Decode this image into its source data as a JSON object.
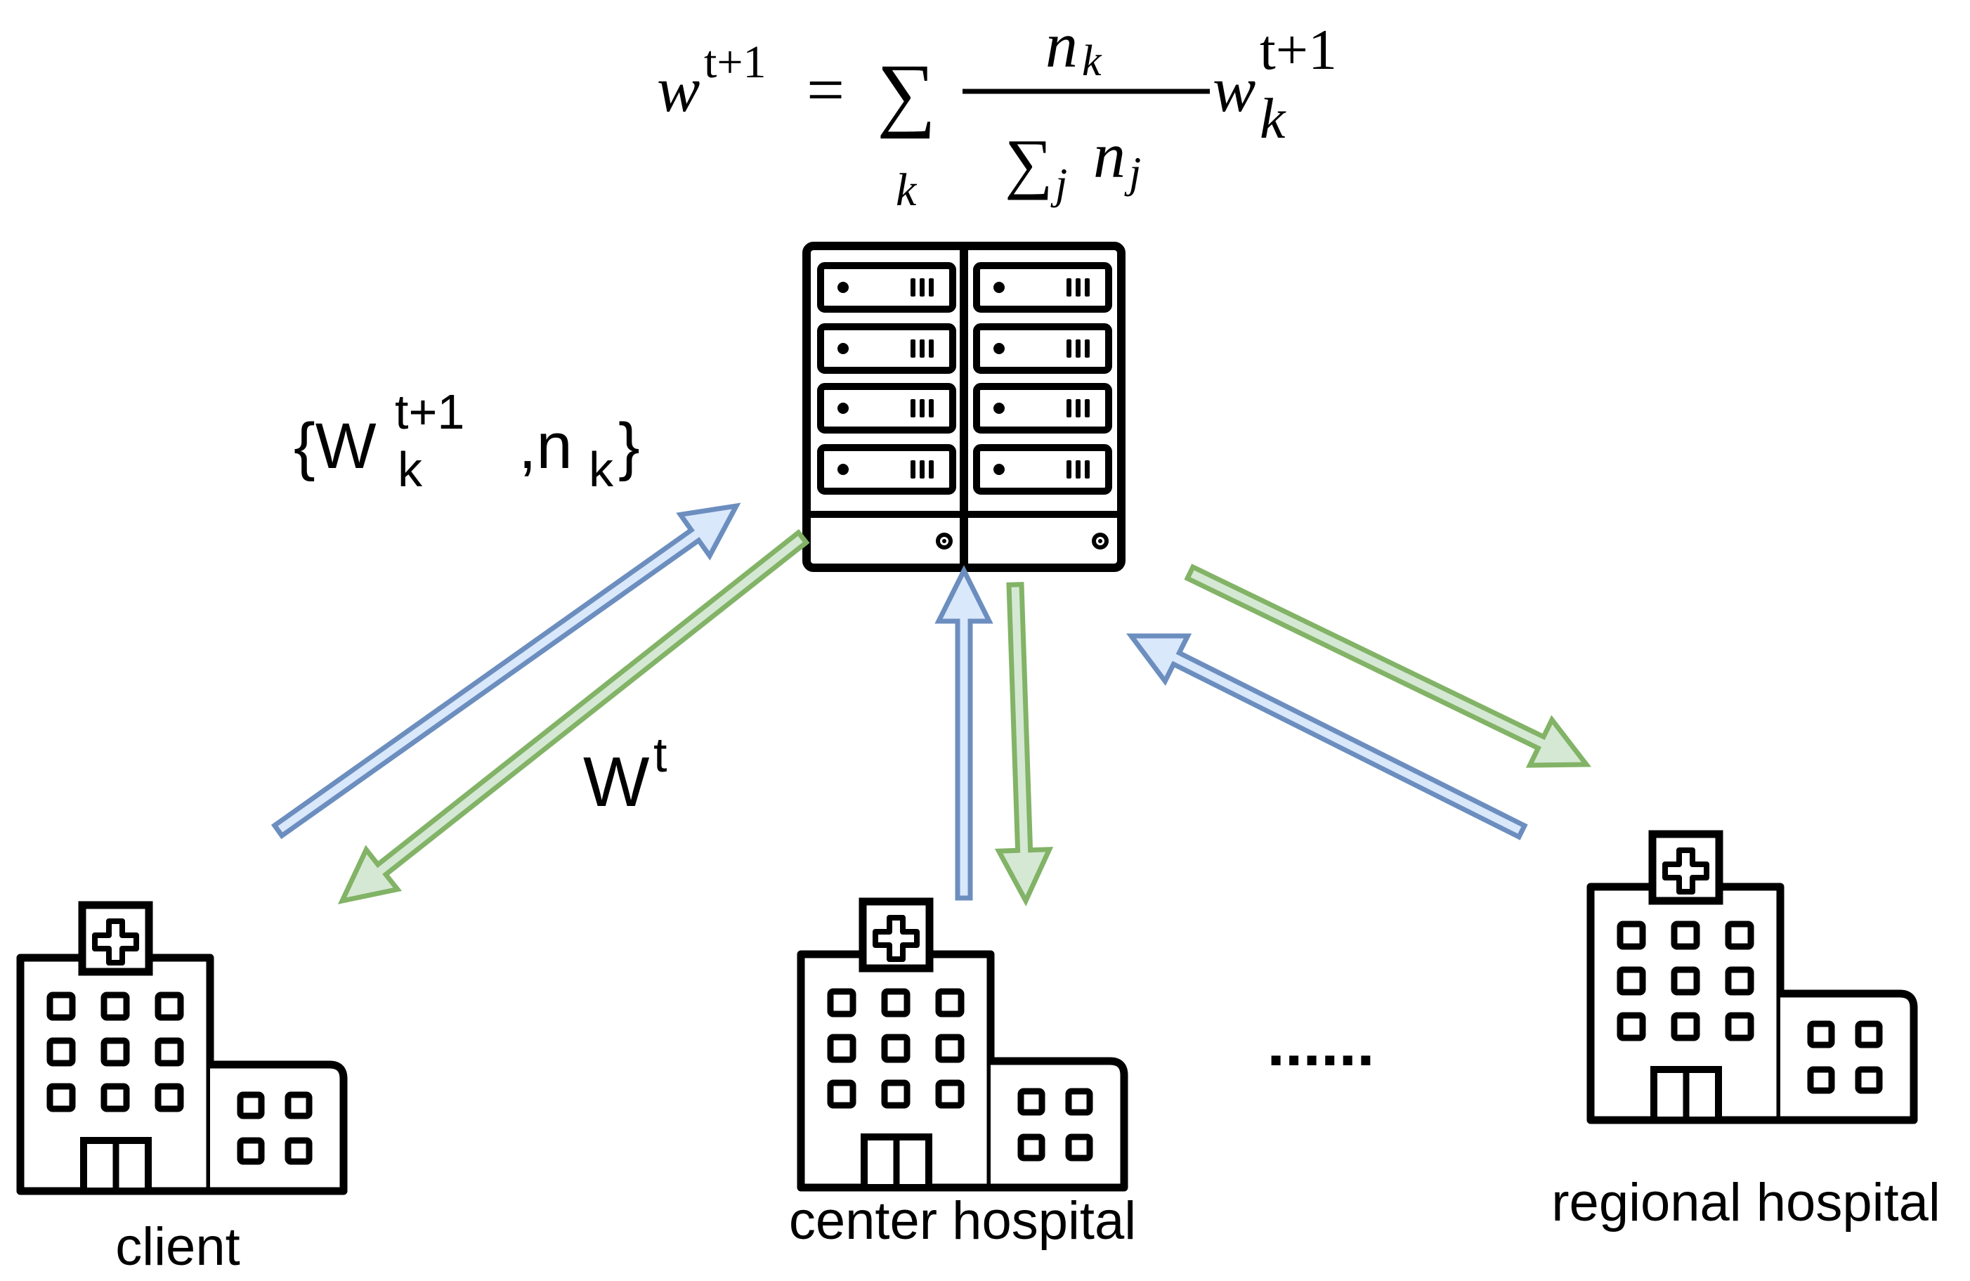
{
  "formula": {
    "lhs_base": "w",
    "lhs_sup": "t+1",
    "equals": "=",
    "sum": "∑",
    "sum_sub": "k",
    "num_base": "n",
    "num_sub": "k",
    "den_sum": "∑",
    "den_sum_sub": "j",
    "den_base": "n",
    "den_sub": "j",
    "rhs_base": "w",
    "rhs_sup": "t+1",
    "rhs_sub": "k"
  },
  "upload_label": {
    "open": "{W",
    "sub": "k",
    "sup": "t+1",
    "mid": ",n",
    "sub2": "k",
    "close": "}"
  },
  "download_label": {
    "base": "W",
    "sup": "t"
  },
  "nodes": {
    "client": "client",
    "center": "center hospital",
    "regional": "regional hospital",
    "more": "......"
  },
  "colors": {
    "upload_fill": "#dae8fc",
    "upload_stroke": "#6c8ebf",
    "download_fill": "#d5e8d4",
    "download_stroke": "#82b366",
    "ink": "#000000"
  },
  "icons": [
    "server-rack-icon",
    "hospital-building-icon"
  ]
}
